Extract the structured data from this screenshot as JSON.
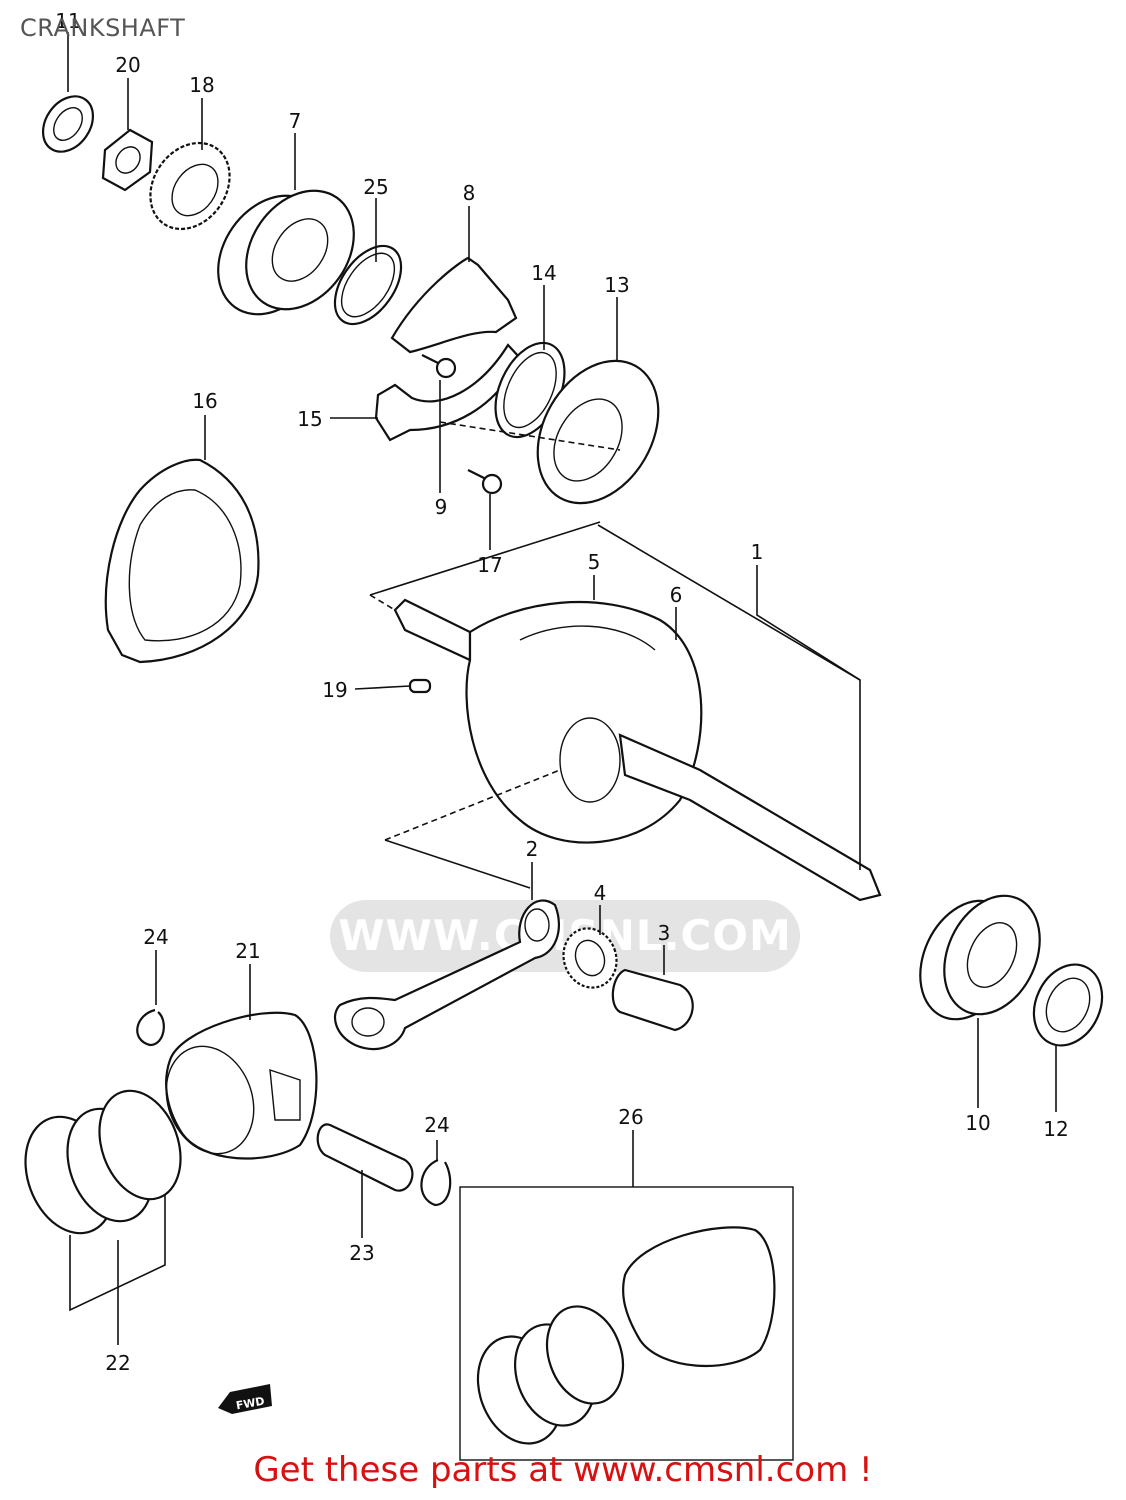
{
  "header": {
    "title": "CRANKSHAFT"
  },
  "callouts": {
    "c1": "1",
    "c2": "2",
    "c3": "3",
    "c4": "4",
    "c5": "5",
    "c6": "6",
    "c7": "7",
    "c8": "8",
    "c9": "9",
    "c10": "10",
    "c11": "11",
    "c12": "12",
    "c13": "13",
    "c14": "14",
    "c15": "15",
    "c16": "16",
    "c17": "17",
    "c18": "18",
    "c19": "19",
    "c20": "20",
    "c21": "21",
    "c22": "22",
    "c23": "23",
    "c24a": "24",
    "c24b": "24",
    "c25": "25",
    "c26": "26"
  },
  "badges": {
    "fwd": "FWD"
  },
  "watermark": {
    "text": "WWW.CMSNL.COM"
  },
  "footer": {
    "text": "Get these parts at www.cmsnl.com !"
  },
  "colors": {
    "footer": "#d81010",
    "title": "#555555",
    "watermark": "#e4e4e4"
  }
}
